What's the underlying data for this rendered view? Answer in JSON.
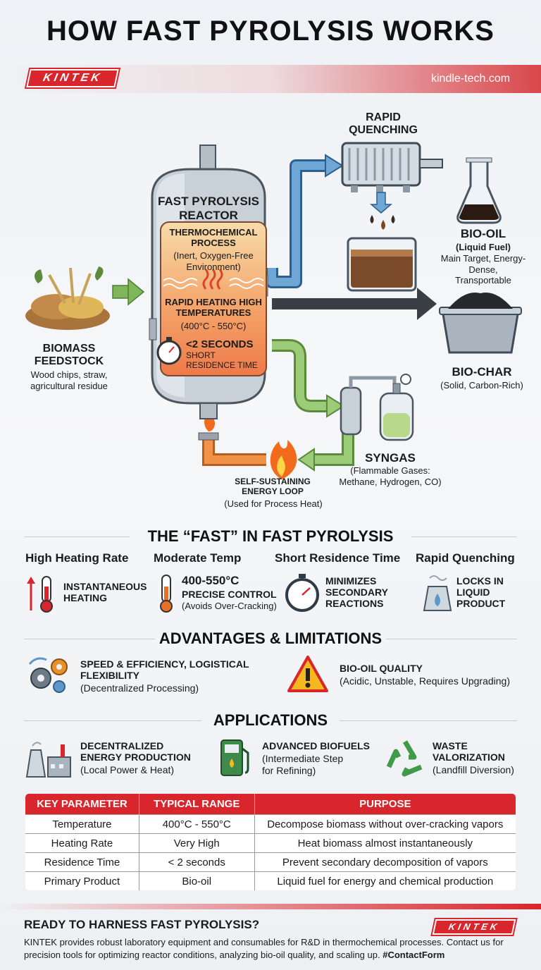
{
  "title": "HOW FAST PYROLYSIS WORKS",
  "brand": {
    "logo": "KINTEK",
    "website": "kindle-tech.com"
  },
  "diagram": {
    "reactor_title": "FAST PYROLYSIS REACTOR",
    "process_title": "THERMOCHEMICAL PROCESS",
    "process_sub": "(Inert, Oxygen-Free Environment)",
    "heating_title": "RAPID HEATING HIGH TEMPERATURES",
    "heating_range": "(400°C - 550°C)",
    "time_title": "<2 SECONDS",
    "time_sub": "SHORT RESIDENCE TIME",
    "feed_title": "BIOMASS FEEDSTOCK",
    "feed_sub": "Wood chips, straw, agricultural residue",
    "quench_title": "RAPID QUENCHING",
    "oil_title": "BIO-OIL",
    "oil_sub1": "(Liquid Fuel)",
    "oil_sub2": "Main Target, Energy-Dense, Transportable",
    "char_title": "BIO-CHAR",
    "char_sub": "(Solid, Carbon-Rich)",
    "syngas_title": "SYNGAS",
    "syngas_sub": "(Flammable Gases: Methane, Hydrogen, CO)",
    "loop_title": "SELF-SUSTAINING ENERGY LOOP",
    "loop_sub": "(Used for Process Heat)"
  },
  "fast": {
    "title": "THE “FAST” IN FAST PYROLYSIS",
    "items": [
      {
        "header": "High Heating Rate",
        "text": "INSTANTANEOUS HEATING",
        "sub": ""
      },
      {
        "header": "Moderate Temp",
        "big": "400-550°C",
        "text": "PRECISE CONTROL",
        "sub": "(Avoids Over-Cracking)"
      },
      {
        "header": "Short Residence Time",
        "text": "MINIMIZES SECONDARY REACTIONS",
        "sub": ""
      },
      {
        "header": "Rapid Quenching",
        "text": "LOCKS IN LIQUID PRODUCT",
        "sub": ""
      }
    ]
  },
  "advantages": {
    "title": "ADVANTAGES & LIMITATIONS",
    "adv_title": "SPEED & EFFICIENCY, LOGISTICAL FLEXIBILITY",
    "adv_sub": "(Decentralized Processing)",
    "lim_title": "BIO-OIL QUALITY",
    "lim_sub": "(Acidic, Unstable, Requires Upgrading)"
  },
  "applications": {
    "title": "APPLICATIONS",
    "items": [
      {
        "title": "DECENTRALIZED ENERGY PRODUCTION",
        "sub": "(Local Power & Heat)"
      },
      {
        "title": "ADVANCED BIOFUELS",
        "sub": "(Intermediate Step for Refining)"
      },
      {
        "title": "WASTE VALORIZATION",
        "sub": "(Landfill Diversion)"
      }
    ]
  },
  "table": {
    "headers": [
      "KEY PARAMETER",
      "TYPICAL RANGE",
      "PURPOSE"
    ],
    "rows": [
      [
        "Temperature",
        "400°C - 550°C",
        "Decompose biomass without over-cracking vapors"
      ],
      [
        "Heating Rate",
        "Very High",
        "Heat biomass almost instantaneously"
      ],
      [
        "Residence Time",
        "< 2 seconds",
        "Prevent secondary decomposition of vapors"
      ],
      [
        "Primary Product",
        "Bio-oil",
        "Liquid fuel for energy and chemical production"
      ]
    ]
  },
  "cta": {
    "title": "READY TO HARNESS FAST PYROLYSIS?",
    "text": "KINTEK provides robust laboratory equipment and consumables for R&D in thermochemical processes. Contact us for precision tools for optimizing reactor conditions, analyzing bio-oil quality, and scaling up.",
    "hashtag": "#ContactForm",
    "logo": "KINTEK"
  },
  "colors": {
    "brand_red": "#d8262c",
    "pipe_blue": "#5e97c9",
    "pipe_green": "#8fbf6a",
    "pipe_orange": "#ee8a3a",
    "pipe_dark": "#3a3f45"
  }
}
